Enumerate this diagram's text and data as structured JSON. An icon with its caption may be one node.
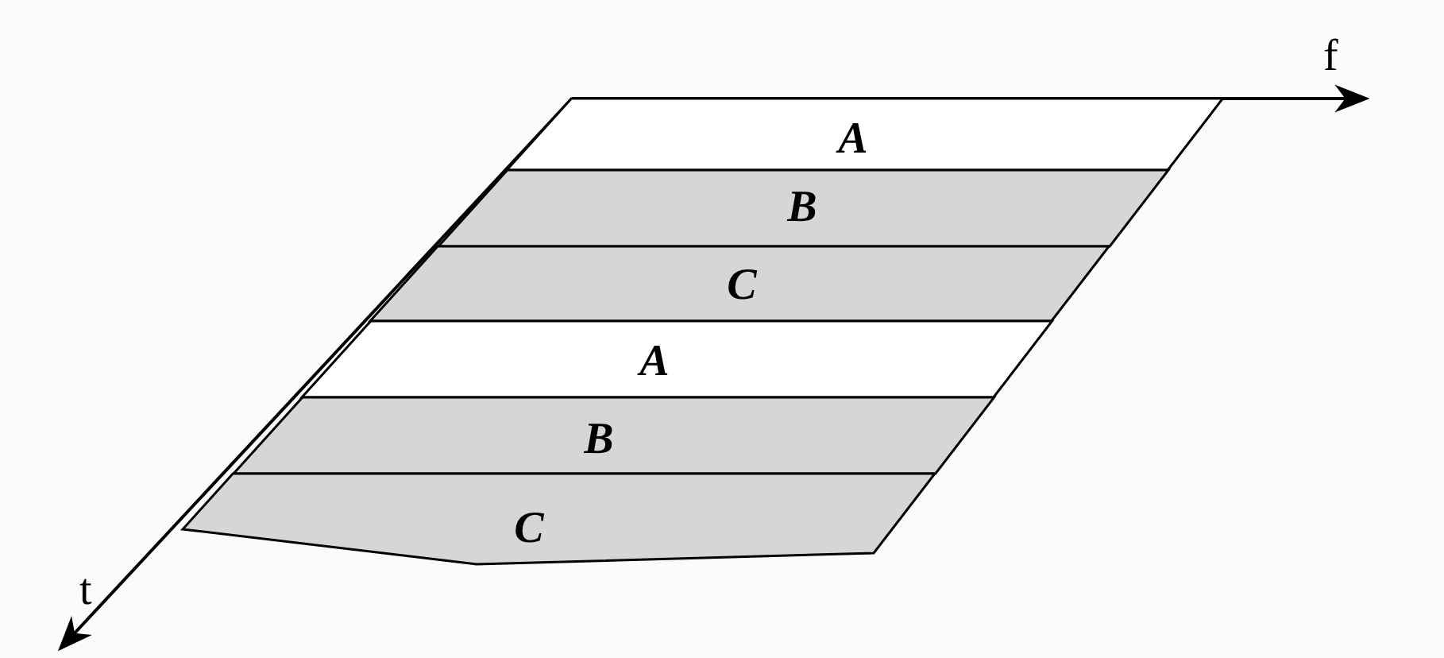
{
  "diagram": {
    "nodes": [
      {
        "text": [
          "A"
        ]
      },
      {
        "text": [
          "B"
        ]
      },
      {
        "text": [
          "C"
        ]
      },
      {
        "text": [
          "A"
        ]
      },
      {
        "text": [
          "B"
        ]
      },
      {
        "text": [
          "C"
        ]
      }
    ],
    "labels": [
      "f",
      "t"
    ]
  }
}
